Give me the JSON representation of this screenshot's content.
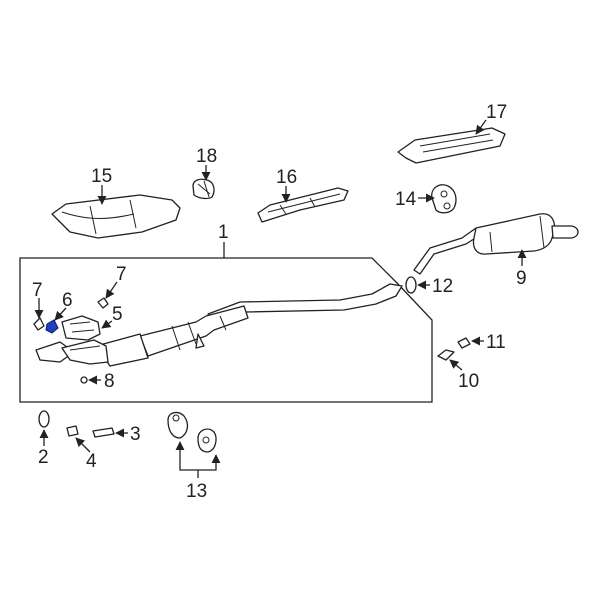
{
  "callouts": {
    "c1": "1",
    "c2": "2",
    "c3": "3",
    "c4": "4",
    "c5": "5",
    "c6": "6",
    "c7a": "7",
    "c7b": "7",
    "c8": "8",
    "c9": "9",
    "c10": "10",
    "c11": "11",
    "c12": "12",
    "c13": "13",
    "c14": "14",
    "c15": "15",
    "c16": "16",
    "c17": "17",
    "c18": "18"
  },
  "colors": {
    "line": "#222222",
    "highlight": "#1f3fbf",
    "background": "#ffffff"
  },
  "highlighted_part": "6"
}
